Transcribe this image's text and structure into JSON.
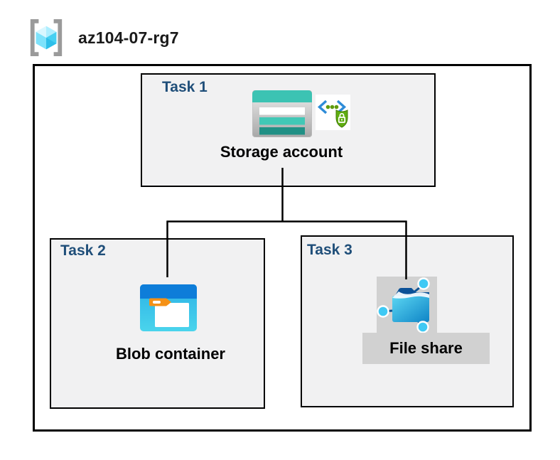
{
  "header": {
    "title": "az104-07-rg7",
    "icon": "resource-group-icon"
  },
  "tasks": {
    "task1": {
      "label": "Task 1",
      "item": "Storage account",
      "icons": [
        "storage-account-icon",
        "secured-access-icon"
      ]
    },
    "task2": {
      "label": "Task 2",
      "item": "Blob container",
      "icons": [
        "blob-container-icon"
      ]
    },
    "task3": {
      "label": "Task 3",
      "item": "File share",
      "icons": [
        "file-share-icon"
      ],
      "selected": true
    }
  },
  "connections": [
    {
      "from": "storage-account",
      "to": "blob-container"
    },
    {
      "from": "storage-account",
      "to": "file-share"
    }
  ],
  "colors": {
    "task_label": "#1F4E79",
    "box_fill": "#F1F1F2",
    "box_border": "#000000",
    "storage_teal": "#3CC3B3",
    "storage_teal_dark": "#209085",
    "blob_band_blue": "#0E7DD9",
    "blob_body_cyan": "#36BDE9",
    "folder_tab_orange": "#F59116",
    "share_navy": "#0B5197",
    "node_cyan": "#3FC9F4",
    "shield_green": "#5FAD10",
    "bracket_gray": "#9A9A9A",
    "selection_gray": "#D1D1D1"
  }
}
